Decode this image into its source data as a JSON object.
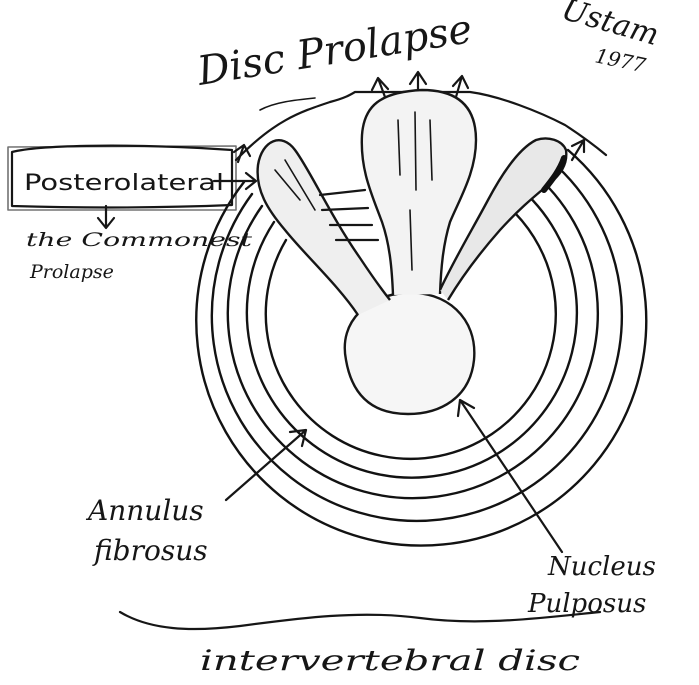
{
  "diagram": {
    "title": "Disc Prolapse",
    "corner_note_line1": "Ustam",
    "corner_note_line2": "1977",
    "labels": {
      "posterolateral": "Posterolateral",
      "commonest_line1": "the Commonest",
      "commonest_line2": "Prolapse",
      "annulus_line1": "Annulus",
      "annulus_line2": "fibrosus",
      "nucleus_line1": "Nucleus",
      "nucleus_line2": "Pulposus",
      "bottom": "intervertebral disc"
    }
  }
}
